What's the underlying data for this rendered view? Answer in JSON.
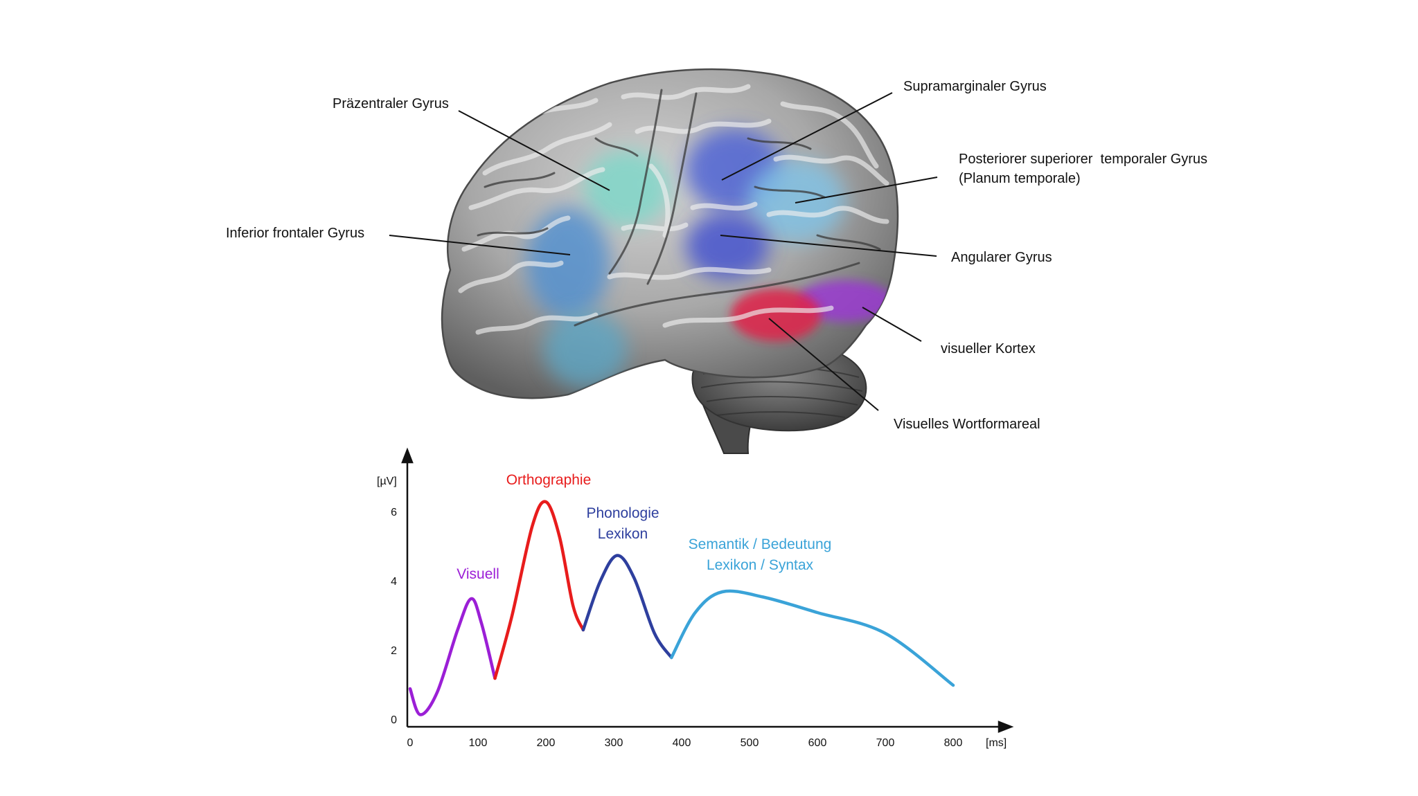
{
  "brain": {
    "labels": {
      "praezentral": "Präzentraler Gyrus",
      "inferior_frontal": "Inferior frontaler Gyrus",
      "supramarginal": "Supramarginaler Gyrus",
      "posterior_line1": "Posteriorer superiorer  temporaler Gyrus",
      "posterior_line2": "(Planum temporale)",
      "angular": "Angularer Gyrus",
      "visual_cortex": "visueller Kortex",
      "vwfa": "Visuelles Wortformareal"
    },
    "region_colors": {
      "praezentral": "#7fd6c8",
      "inferior_frontal": "#4f8fd0",
      "inferior_frontal_lower": "#5aa7c8",
      "supramarginal": "#4a5fd6",
      "posterior_temporal": "#7fc2e6",
      "angular": "#4655cf",
      "visual_cortex": "#9a3bd0",
      "vwfa": "#e0244a"
    }
  },
  "chart_data": {
    "type": "line",
    "xlabel": "[ms]",
    "ylabel": "[µV]",
    "x_ticks": [
      "0",
      "100",
      "200",
      "300",
      "400",
      "500",
      "600",
      "700",
      "800"
    ],
    "y_ticks": [
      "0",
      "2",
      "4",
      "6"
    ],
    "xlim": [
      0,
      880
    ],
    "ylim": [
      0,
      7.5
    ],
    "series": [
      {
        "name": "Visuell",
        "color": "#9b1fd6",
        "x": [
          0,
          15,
          40,
          70,
          90,
          105,
          125
        ],
        "y": [
          0.9,
          0.15,
          0.8,
          2.6,
          3.5,
          2.8,
          1.2
        ]
      },
      {
        "name": "Orthographie",
        "color": "#e81c1c",
        "x": [
          125,
          150,
          180,
          200,
          220,
          240,
          255
        ],
        "y": [
          1.2,
          3.0,
          5.6,
          6.3,
          5.3,
          3.3,
          2.6
        ]
      },
      {
        "name": "Phonologie Lexikon",
        "color": "#2e3f9e",
        "x": [
          255,
          280,
          305,
          330,
          360,
          385
        ],
        "y": [
          2.6,
          4.0,
          4.75,
          4.1,
          2.5,
          1.8
        ]
      },
      {
        "name": "Semantik / Bedeutung Lexikon / Syntax",
        "color": "#3aa3d8",
        "x": [
          385,
          420,
          460,
          520,
          600,
          700,
          800
        ],
        "y": [
          1.8,
          3.1,
          3.7,
          3.55,
          3.1,
          2.5,
          1.0
        ]
      }
    ],
    "phase_labels": {
      "visuell": "Visuell",
      "orthographie": "Orthographie",
      "phonologie_1": "Phonologie",
      "phonologie_2": "Lexikon",
      "semantik_1": "Semantik / Bedeutung",
      "semantik_2": "Lexikon / Syntax"
    }
  }
}
